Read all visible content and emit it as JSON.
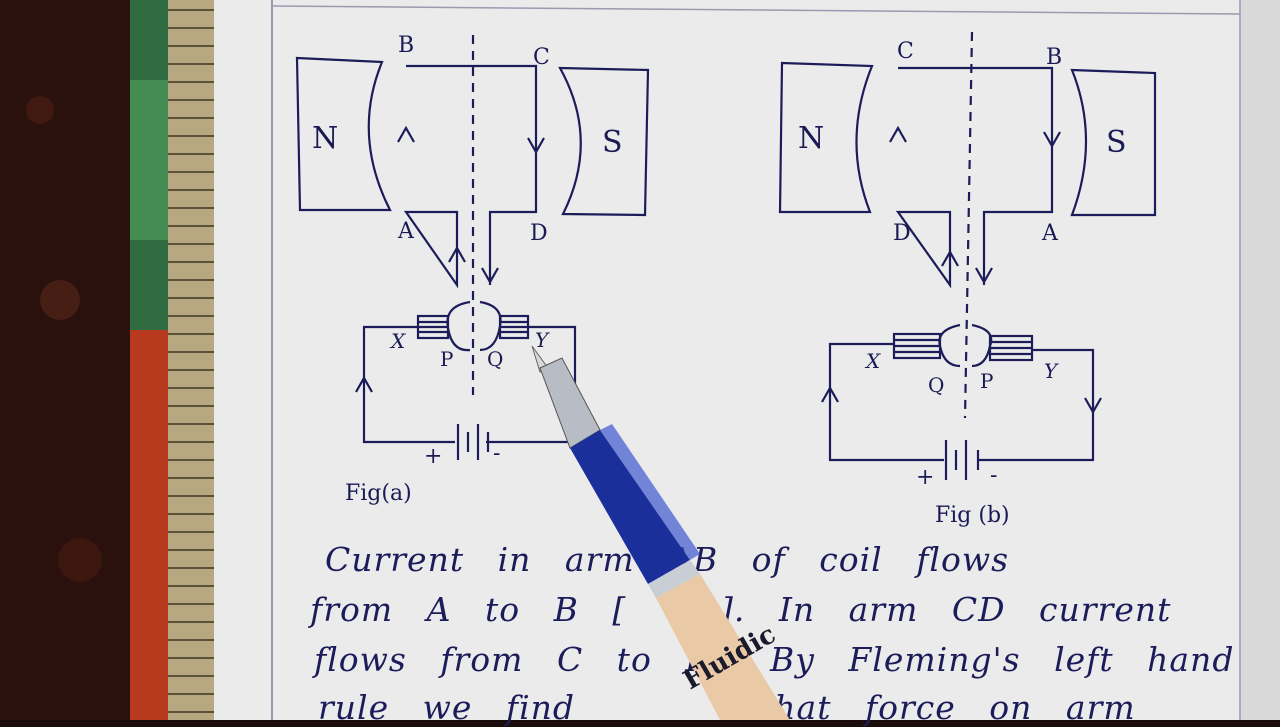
{
  "fig_a": {
    "corner_labels": [
      "B",
      "C",
      "A",
      "D"
    ],
    "pole_left": "N",
    "pole_right": "S",
    "brush_left": "X",
    "brush_right": "Y",
    "ring_left": "P",
    "ring_right": "Q",
    "battery_plus": "+",
    "battery_minus": "-",
    "caption": "Fig(a)"
  },
  "fig_b": {
    "corner_labels": [
      "C",
      "B",
      "D",
      "A"
    ],
    "pole_left": "N",
    "pole_right": "S",
    "brush_left": "X",
    "brush_right": "Y",
    "ring_left": "Q",
    "ring_right": "P",
    "battery_plus": "+",
    "battery_minus": "-",
    "caption": "Fig (b)"
  },
  "notes": {
    "line1": "Current in arm AB of coil flows",
    "line2": "from A to B [",
    "line2b": "]. In arm CD current",
    "line3": "flows from C to D",
    "line3b": "By Fleming's left hand",
    "line4": "rule we find",
    "line4b": "that force on arm"
  },
  "pen_brand": "Fluidic",
  "colors": {
    "paper": "#ebebeb",
    "ink": "#1c1c5a",
    "pen": "#1a2f9a",
    "cloth": "#2a110e"
  }
}
